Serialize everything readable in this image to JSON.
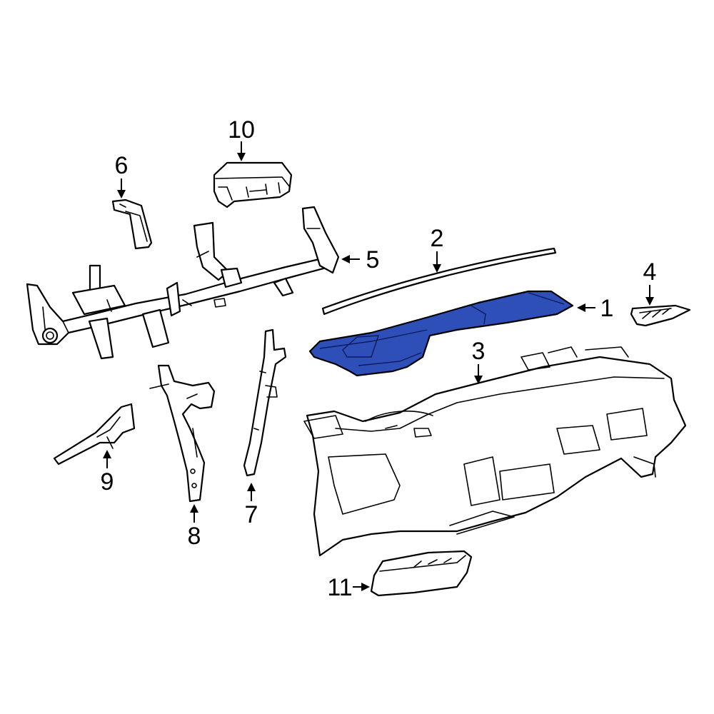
{
  "highlight_color": "#2f4fb8",
  "callouts": {
    "c1": "1",
    "c2": "2",
    "c3": "3",
    "c4": "4",
    "c5": "5",
    "c6": "6",
    "c7": "7",
    "c8": "8",
    "c9": "9",
    "c10": "10",
    "c11": "11"
  }
}
